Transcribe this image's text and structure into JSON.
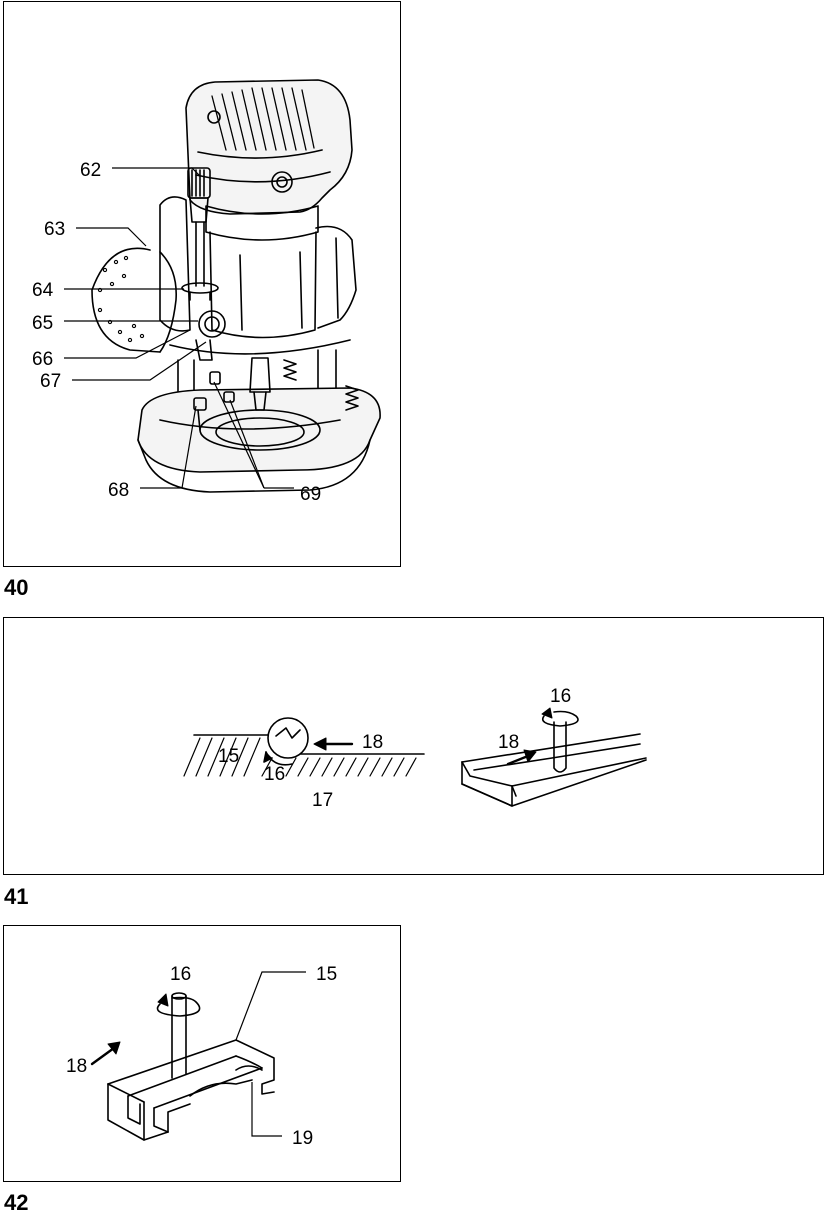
{
  "figures": [
    {
      "number": "40",
      "callouts": [
        "62",
        "63",
        "64",
        "65",
        "66",
        "67",
        "68",
        "69"
      ]
    },
    {
      "number": "41",
      "left_labels": [
        "15",
        "16",
        "17",
        "18"
      ],
      "right_labels": [
        "16",
        "18"
      ]
    },
    {
      "number": "42",
      "labels": [
        "16",
        "15",
        "18",
        "19"
      ]
    }
  ]
}
